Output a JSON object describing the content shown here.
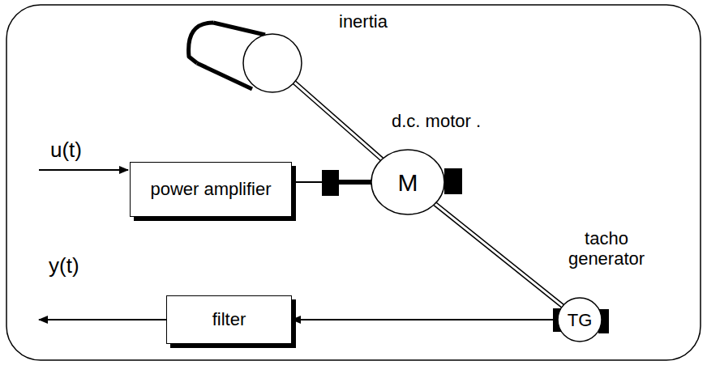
{
  "diagram": {
    "nodes": [
      {
        "text": [
          "inertia"
        ]
      },
      {
        "text": [
          "power amplifier"
        ]
      },
      {
        "text": [
          "d.c. motor .",
          "M"
        ]
      },
      {
        "text": [
          "tacho generator",
          "TG"
        ]
      },
      {
        "text": [
          "filter"
        ]
      }
    ],
    "edges": [
      {
        "from": 0,
        "to": 2,
        "arrow": "none"
      },
      {
        "from": 1,
        "to": 2,
        "arrow": "none"
      },
      {
        "from": 2,
        "to": 3,
        "arrow": "none"
      },
      {
        "from": 3,
        "to": 4,
        "arrow": "to"
      }
    ],
    "labels": [
      "u(t)",
      "y(t)"
    ]
  }
}
